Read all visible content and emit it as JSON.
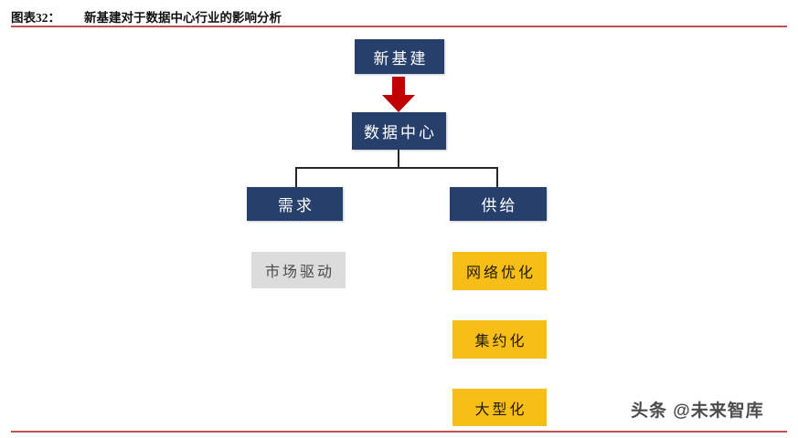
{
  "figure": {
    "label": "图表32：",
    "title": "新基建对于数据中心行业的影响分析",
    "rule_color": "#C0504D"
  },
  "colors": {
    "navy": "#27406B",
    "amber": "#F6BE16",
    "gray": "#DCDCDC",
    "arrow_red": "#C00000",
    "connector": "#262626"
  },
  "diagram": {
    "type": "flowchart",
    "nodes": [
      {
        "id": "xinjijian",
        "label": "新基建",
        "style": "navy",
        "level": 0
      },
      {
        "id": "datacenter",
        "label": "数据中心",
        "style": "navy",
        "level": 1
      },
      {
        "id": "demand",
        "label": "需求",
        "style": "navy",
        "level": 2
      },
      {
        "id": "supply",
        "label": "供给",
        "style": "navy",
        "level": 2
      },
      {
        "id": "market",
        "label": "市场驱动",
        "style": "gray",
        "level": 3
      },
      {
        "id": "network",
        "label": "网络优化",
        "style": "amber",
        "level": 3
      },
      {
        "id": "intensive",
        "label": "集约化",
        "style": "amber",
        "level": 4
      },
      {
        "id": "large",
        "label": "大型化",
        "style": "amber",
        "level": 5
      }
    ],
    "edges": [
      {
        "from": "xinjijian",
        "to": "datacenter",
        "kind": "arrow-down-red"
      },
      {
        "from": "datacenter",
        "to": "demand",
        "kind": "elbow"
      },
      {
        "from": "datacenter",
        "to": "supply",
        "kind": "elbow"
      }
    ]
  },
  "watermark": {
    "text": "头条 @未来智库"
  }
}
